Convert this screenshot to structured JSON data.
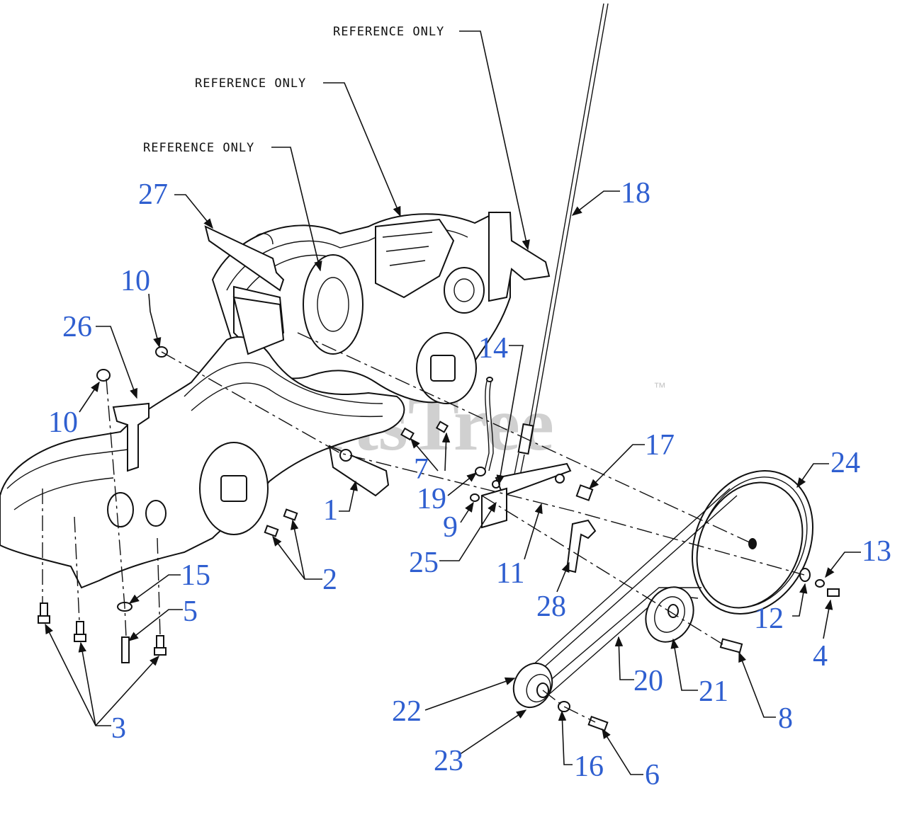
{
  "colors": {
    "callout": "#2f5fd0",
    "line": "#111111",
    "watermark": "#d0d0d0"
  },
  "watermark": {
    "text": "PartsTree",
    "tm": "™"
  },
  "references": [
    "REFERENCE ONLY",
    "REFERENCE ONLY",
    "REFERENCE ONLY"
  ],
  "callouts": {
    "c1": "1",
    "c2": "2",
    "c3": "3",
    "c4": "4",
    "c5": "5",
    "c6": "6",
    "c7": "7",
    "c8": "8",
    "c9": "9",
    "c10a": "10",
    "c10b": "10",
    "c11": "11",
    "c12": "12",
    "c13": "13",
    "c14": "14",
    "c15": "15",
    "c16": "16",
    "c17": "17",
    "c18": "18",
    "c19": "19",
    "c20": "20",
    "c21": "21",
    "c22": "22",
    "c23": "23",
    "c24": "24",
    "c25": "25",
    "c26": "26",
    "c27": "27",
    "c28": "28"
  }
}
